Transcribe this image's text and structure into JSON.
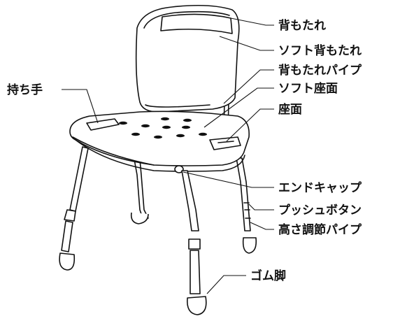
{
  "labels": {
    "backrest": "背もたれ",
    "soft_backrest": "ソフト背もたれ",
    "backrest_pipe": "背もたれパイプ",
    "soft_seat": "ソフト座面",
    "seat": "座面",
    "handle": "持ち手",
    "end_cap": "エンドキャップ",
    "push_button": "プッシュボタン",
    "height_pipe": "高さ調節パイプ",
    "rubber_foot": "ゴム脚"
  }
}
